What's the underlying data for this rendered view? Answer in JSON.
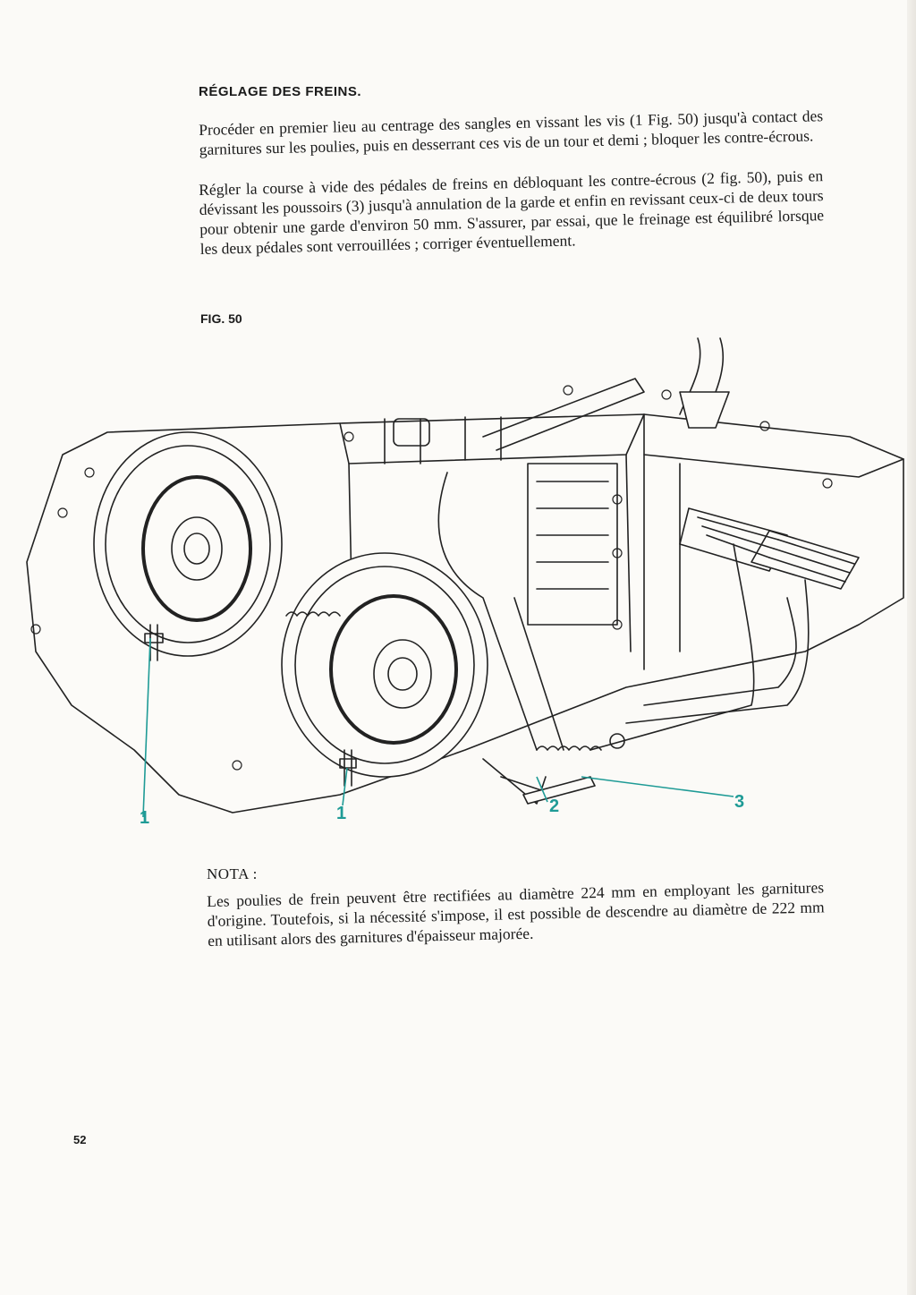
{
  "section_title": "RÉGLAGE DES FREINS.",
  "paragraphs": [
    "Procéder en premier lieu au centrage des sangles en vissant les vis (1 Fig. 50) jusqu'à contact des garnitures sur les poulies, puis en desserrant ces vis de un tour et demi ; bloquer les contre-écrous.",
    "Régler la course à vide des pédales de freins en débloquant les contre-écrous (2 fig. 50), puis en dévissant les poussoirs (3) jusqu'à annulation de la garde et enfin en revissant ceux-ci de deux tours pour obtenir une garde d'environ 50 mm. S'assurer, par essai, que le freinage est équilibré lorsque les deux pédales sont verrouillées ; corriger éventuellement."
  ],
  "figure": {
    "label": "FIG. 50",
    "callouts": [
      "1",
      "1",
      "2",
      "3"
    ],
    "callout_color": "#1f9b96"
  },
  "nota": {
    "heading": "NOTA :",
    "text": "Les poulies de frein peuvent être rectifiées au diamètre 224 mm en employant les garnitures d'origine. Toutefois, si la nécessité s'impose, il est possible de descendre au diamètre de 222 mm en utilisant alors des garnitures d'épaisseur majorée."
  },
  "page_number": "52"
}
